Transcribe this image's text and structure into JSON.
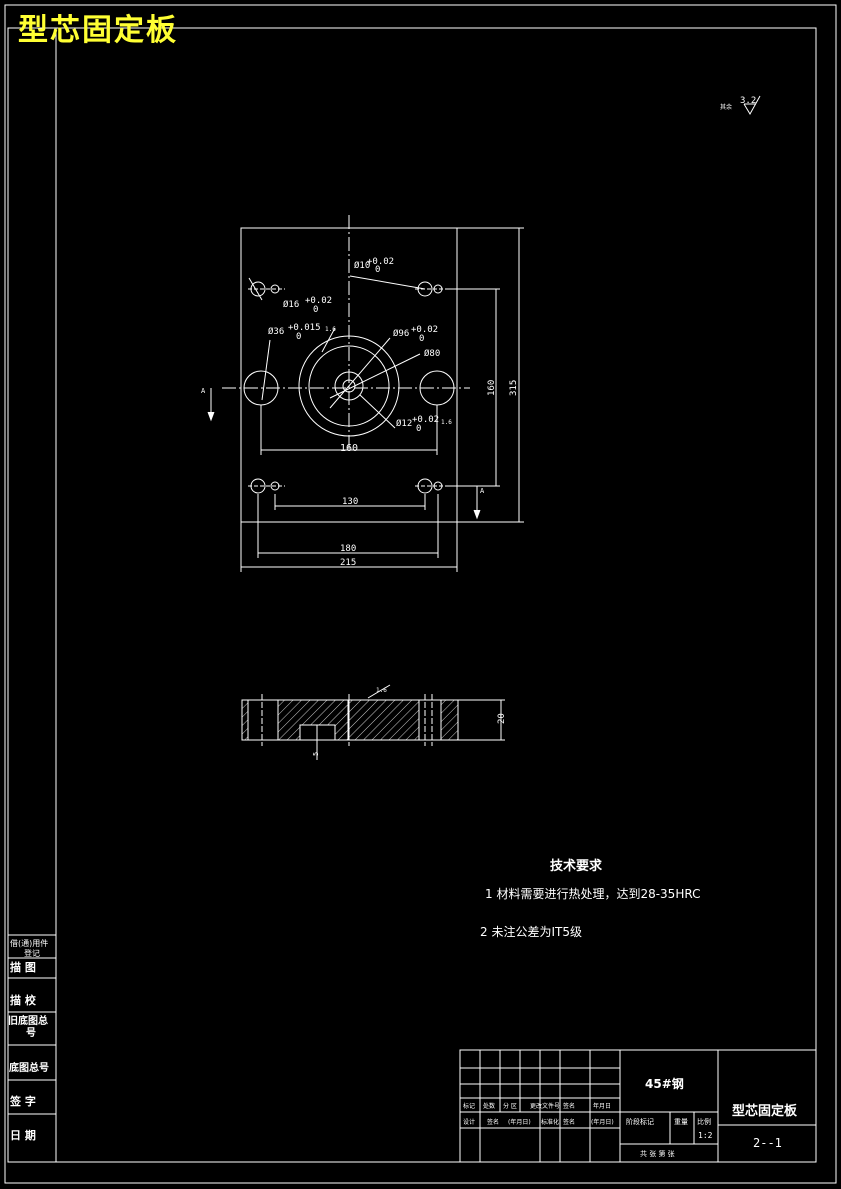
{
  "title_banner": "型芯固定板",
  "surface_finish": {
    "label": "其余",
    "value": "3.2"
  },
  "plan_view": {
    "dims": {
      "d10": "Ø10",
      "d10_tol_upper": "+0.02",
      "d10_tol_lower": "0",
      "d16": "Ø16",
      "d16_tol_upper": "+0.02",
      "d16_tol_lower": "0",
      "d36": "Ø36",
      "d36_tol_upper": "+0.015",
      "d36_tol_lower": "0",
      "d96": "Ø96",
      "d96_tol_upper": "+0.02",
      "d96_tol_lower": "0",
      "d80": "Ø80",
      "d12": "Ø12",
      "d12_tol_upper": "+0.02",
      "d12_tol_lower": "0",
      "rough1": "1.6",
      "rough2": "1.6",
      "rough3": "1.6",
      "h160_inner": "160",
      "h130": "130",
      "h180": "180",
      "h215": "215",
      "v160": "160",
      "v315": "315"
    },
    "section_mark": "A"
  },
  "section_view": {
    "rough": "1.6",
    "thickness": "20",
    "depth": "5"
  },
  "tech_requirements": {
    "heading": "技术要求",
    "item1": "1 材料需要进行热处理，达到28-35HRC",
    "item2": "2 未注公差为IT5级"
  },
  "left_strip": {
    "r1": "借(通)用件",
    "r1b": "登记",
    "r2": "描 图",
    "r3": "描 校",
    "r4": "旧底图总",
    "r4b": "号",
    "r5": "底图总号",
    "r6": "签 字",
    "r7": "日 期"
  },
  "title_block": {
    "material": "45#钢",
    "part_name": "型芯固定板",
    "drawing_no": "2--1",
    "scale": "1:2",
    "row_labels": [
      "标记",
      "处数",
      "分  区",
      "更改文件号",
      "签名",
      "年月日"
    ],
    "row2_labels": [
      "设计",
      "签名",
      "(年月日)",
      "标准化",
      "签名",
      "(年月日)"
    ],
    "stage_label": "阶段标记",
    "weight_label": "重量",
    "ratio_label": "比例",
    "sheet_label": "共 张 第 张"
  }
}
